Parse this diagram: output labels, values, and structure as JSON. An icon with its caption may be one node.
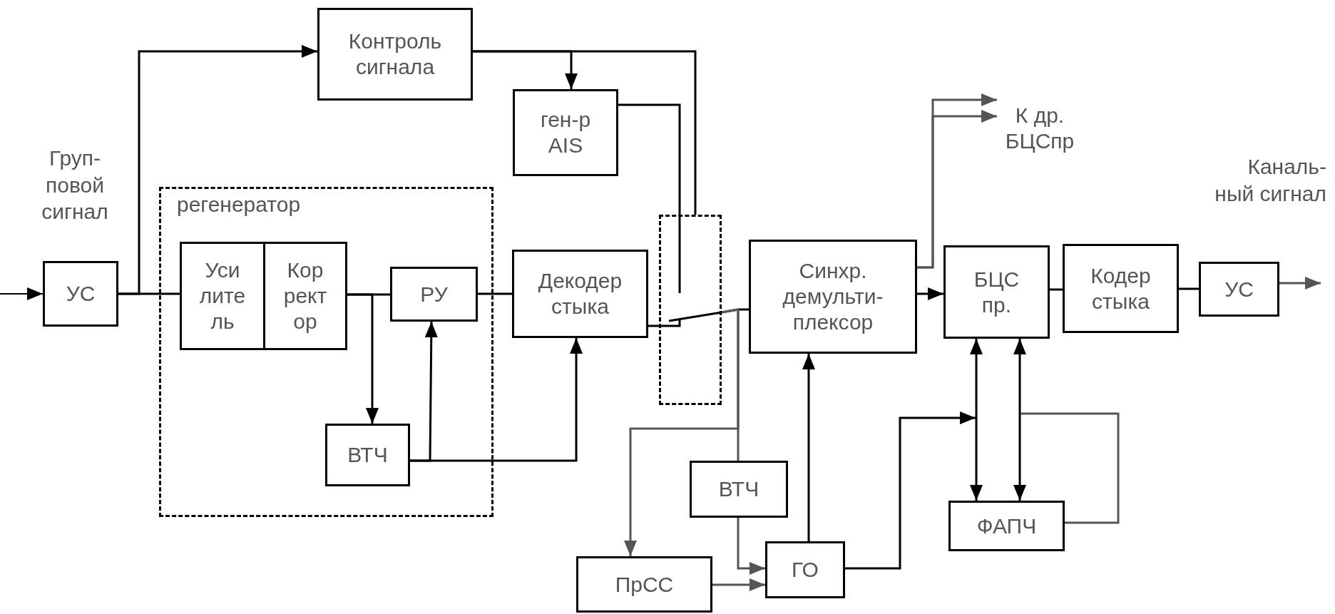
{
  "diagram": {
    "nodes": [
      {
        "text": [
          "УС"
        ]
      },
      {
        "text": [
          "регенератор"
        ]
      },
      {
        "text": [
          "Уси лите ль"
        ],
        "in": 1
      },
      {
        "text": [
          "Кор рект ор"
        ],
        "in": 1
      },
      {
        "text": [
          "РУ"
        ],
        "in": 1
      },
      {
        "text": [
          "ВТЧ"
        ],
        "in": 1
      },
      {
        "text": [
          "Декодер стыка"
        ]
      },
      {
        "text": [
          "Контроль сигнала"
        ]
      },
      {
        "text": [
          "ген-р AIS"
        ]
      },
      {
        "text": [],
        "shape": "box"
      },
      {
        "text": [
          "Синхр. демульти- плексор"
        ]
      },
      {
        "text": [
          "БЦС пр."
        ]
      },
      {
        "text": [
          "Кодер стыка"
        ]
      },
      {
        "text": [
          "УС"
        ]
      },
      {
        "text": [
          "ФАПЧ"
        ]
      },
      {
        "text": [
          "ВТЧ"
        ]
      },
      {
        "text": [
          "ГО"
        ]
      },
      {
        "text": [
          "ПрСС"
        ]
      },
      {
        "text": [
          "К др. БЦСпр"
        ]
      }
    ],
    "edges": [
      {
        "from": null,
        "to": 0,
        "arrow": "to"
      },
      {
        "from": 0,
        "to": 2,
        "arrow": "none"
      },
      {
        "from": 0,
        "to": 7,
        "arrow": "to"
      },
      {
        "from": 3,
        "to": 4,
        "arrow": "none"
      },
      {
        "from": 3,
        "to": 5,
        "arrow": "to"
      },
      {
        "from": 5,
        "to": 4,
        "arrow": "to"
      },
      {
        "from": 5,
        "to": 6,
        "arrow": "to"
      },
      {
        "from": 4,
        "to": 6,
        "arrow": "none"
      },
      {
        "from": 7,
        "to": 8,
        "arrow": "to"
      },
      {
        "from": 7,
        "to": 9,
        "arrow": "none"
      },
      {
        "from": 8,
        "to": 9,
        "arrow": "none"
      },
      {
        "from": 6,
        "to": 9,
        "arrow": "none"
      },
      {
        "from": 9,
        "to": 10,
        "arrow": "none"
      },
      {
        "from": 10,
        "to": 11,
        "arrow": "to"
      },
      {
        "from": 10,
        "to": 18,
        "arrow": "to",
        "color": "#555555"
      },
      {
        "from": 10,
        "to": 18,
        "arrow": "to",
        "color": "#555555"
      },
      {
        "from": 11,
        "to": 12,
        "arrow": "none"
      },
      {
        "from": 12,
        "to": 13,
        "arrow": "none"
      },
      {
        "from": 13,
        "to": null,
        "arrow": "to",
        "color": "#555555"
      },
      {
        "from": 11,
        "to": 14,
        "arrow": "both"
      },
      {
        "from": 11,
        "to": 14,
        "arrow": "both"
      },
      {
        "from": 16,
        "to": 10,
        "arrow": "to"
      },
      {
        "from": 16,
        "to": null,
        "arrow": "to"
      },
      {
        "from": 14,
        "to": null,
        "arrow": "none",
        "color": "#555555"
      },
      {
        "from": 9,
        "to": 17,
        "arrow": "to",
        "color": "#555555"
      },
      {
        "from": 9,
        "to": 15,
        "arrow": "none",
        "color": "#555555"
      },
      {
        "from": 15,
        "to": 16,
        "arrow": "to",
        "color": "#555555"
      },
      {
        "from": 17,
        "to": 16,
        "arrow": "to",
        "color": "#555555"
      }
    ],
    "labels": [
      "Груп- повой сигнал",
      "Каналь- ный сигнал"
    ]
  }
}
